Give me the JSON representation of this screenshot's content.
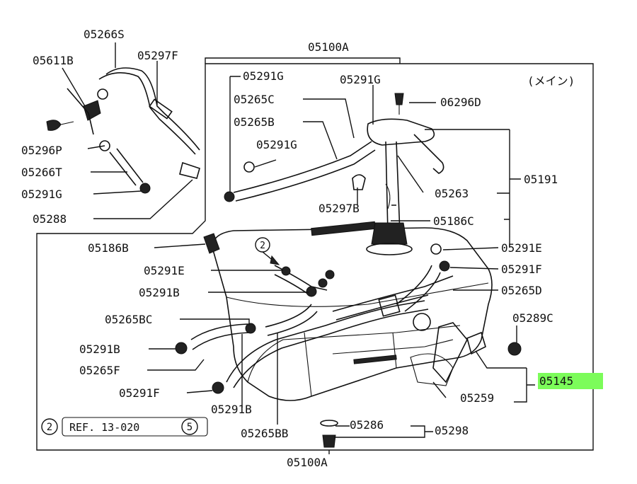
{
  "diagram": {
    "note": "(メイン)",
    "reference": "REF. 13-020",
    "ref_circle_left": "2",
    "ref_circle_right": "5",
    "callout_circle": "2",
    "highlight_color": "#7CFC5A",
    "labels": {
      "l05266S": "05266S",
      "l05611B": "05611B",
      "l05297F": "05297F",
      "l05296P": "05296P",
      "l05266T": "05266T",
      "l05291G_left": "05291G",
      "l05288": "05288",
      "l05186B": "05186B",
      "l05291E_left": "05291E",
      "l05291B_mid": "05291B",
      "l05265BC": "05265BC",
      "l05291B_left": "05291B",
      "l05265F": "05265F",
      "l05291F_left": "05291F",
      "l05291B_bottom": "05291B",
      "l05265BB": "05265BB",
      "l05100A_top": "05100A",
      "l05100A_bottom": "05100A",
      "l05291G_top1": "05291G",
      "l05291G_top2": "05291G",
      "l05265C": "05265C",
      "l05265B": "05265B",
      "l05291G_mid": "05291G",
      "l05297B": "05297B",
      "l06296D": "06296D",
      "l05263": "05263",
      "l05191": "05191",
      "l05186C": "05186C",
      "l05291E_right": "05291E",
      "l05291F_right": "05291F",
      "l05265D": "05265D",
      "l05289C": "05289C",
      "l05145": "05145",
      "l05259": "05259",
      "l05286": "05286",
      "l05298": "05298"
    }
  }
}
